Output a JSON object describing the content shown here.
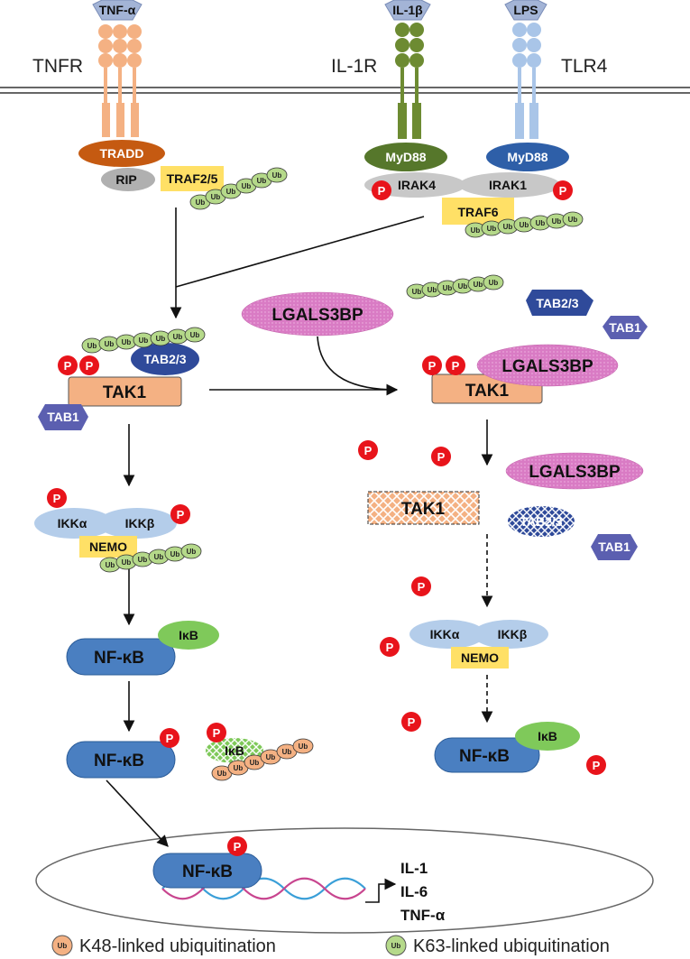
{
  "receptors": {
    "tnfr": {
      "label": "TNFR",
      "ligand": "TNF-α",
      "adaptor1": "TRADD",
      "adaptor2": "RIP",
      "traf": "TRAF2/5"
    },
    "il1r": {
      "label": "IL-1R",
      "ligand": "IL-1β",
      "adaptor": "MyD88",
      "kinase": "IRAK4"
    },
    "tlr4": {
      "label": "TLR4",
      "ligand": "LPS",
      "adaptor": "MyD88",
      "kinase": "IRAK1"
    },
    "traf6": "TRAF6"
  },
  "left_path": {
    "tak1": "TAK1",
    "tab23": "TAB2/3",
    "tab1": "TAB1",
    "ikka": "IKKα",
    "ikkb": "IKKβ",
    "nemo": "NEMO",
    "nfkb1": "NF-κB",
    "ikb1": "IκB",
    "nfkb2": "NF-κB",
    "ikb_degraded": "IκB"
  },
  "right_path": {
    "lgals_top": "LGALS3BP",
    "tab23": "TAB2/3",
    "tab1": "TAB1",
    "tak1": "TAK1",
    "lgals_bound": "LGALS3BP",
    "lgals_released": "LGALS3BP",
    "tak1_inactive": "TAK1",
    "tab23_inactive": "TAB2/3",
    "tab1_released": "TAB1",
    "ikka": "IKKα",
    "ikkb": "IKKβ",
    "nemo": "NEMO",
    "nfkb": "NF-κB",
    "ikb": "IκB"
  },
  "nucleus": {
    "nfkb": "NF-κB",
    "genes": [
      "IL-1",
      "IL-6",
      "TNF-α"
    ]
  },
  "symbols": {
    "phospho": "P",
    "ubiquitin": "Ub"
  },
  "legend": {
    "k48": "K48-linked ubiquitination",
    "k63": "K63-linked ubiquitination"
  },
  "colors": {
    "tnf_receptor": "#f4b183",
    "il1_receptor": "#6d8b32",
    "tlr4_receptor": "#a9c5e8",
    "tradd": "#c55a11",
    "myd88_il1": "#56772b",
    "myd88_tlr4": "#2e5fa8",
    "irak": "#c8c8c8",
    "traf": "#ffe066",
    "tak1": "#f4b183",
    "tab23": "#2f4a9a",
    "tab1": "#5b5fb0",
    "lgals3bp": "#d97bc4",
    "ikk": "#b4cdea",
    "nfkb": "#4a7fc1",
    "ikb": "#7fc95a",
    "phospho": "#e8141b",
    "ub_k63": "#b5d98a",
    "ub_k48": "#f4b183"
  }
}
